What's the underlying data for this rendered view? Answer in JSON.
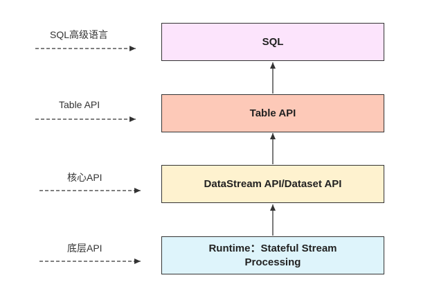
{
  "layers": [
    {
      "id": "sql",
      "text": "SQL",
      "fill": "#fce4fc",
      "side_label": "SQL高级语言"
    },
    {
      "id": "table",
      "text": "Table API",
      "fill": "#fdc9b8",
      "side_label": "Table API"
    },
    {
      "id": "core",
      "text": "DataStream API/Dataset API",
      "fill": "#fef2cf",
      "side_label": "核心API"
    },
    {
      "id": "runtime",
      "text": "Runtime：Stateful Stream\nProcessing",
      "fill": "#def4fb",
      "side_label": "底层API"
    }
  ],
  "colors": {
    "border": "#333333",
    "arrow": "#333333"
  }
}
